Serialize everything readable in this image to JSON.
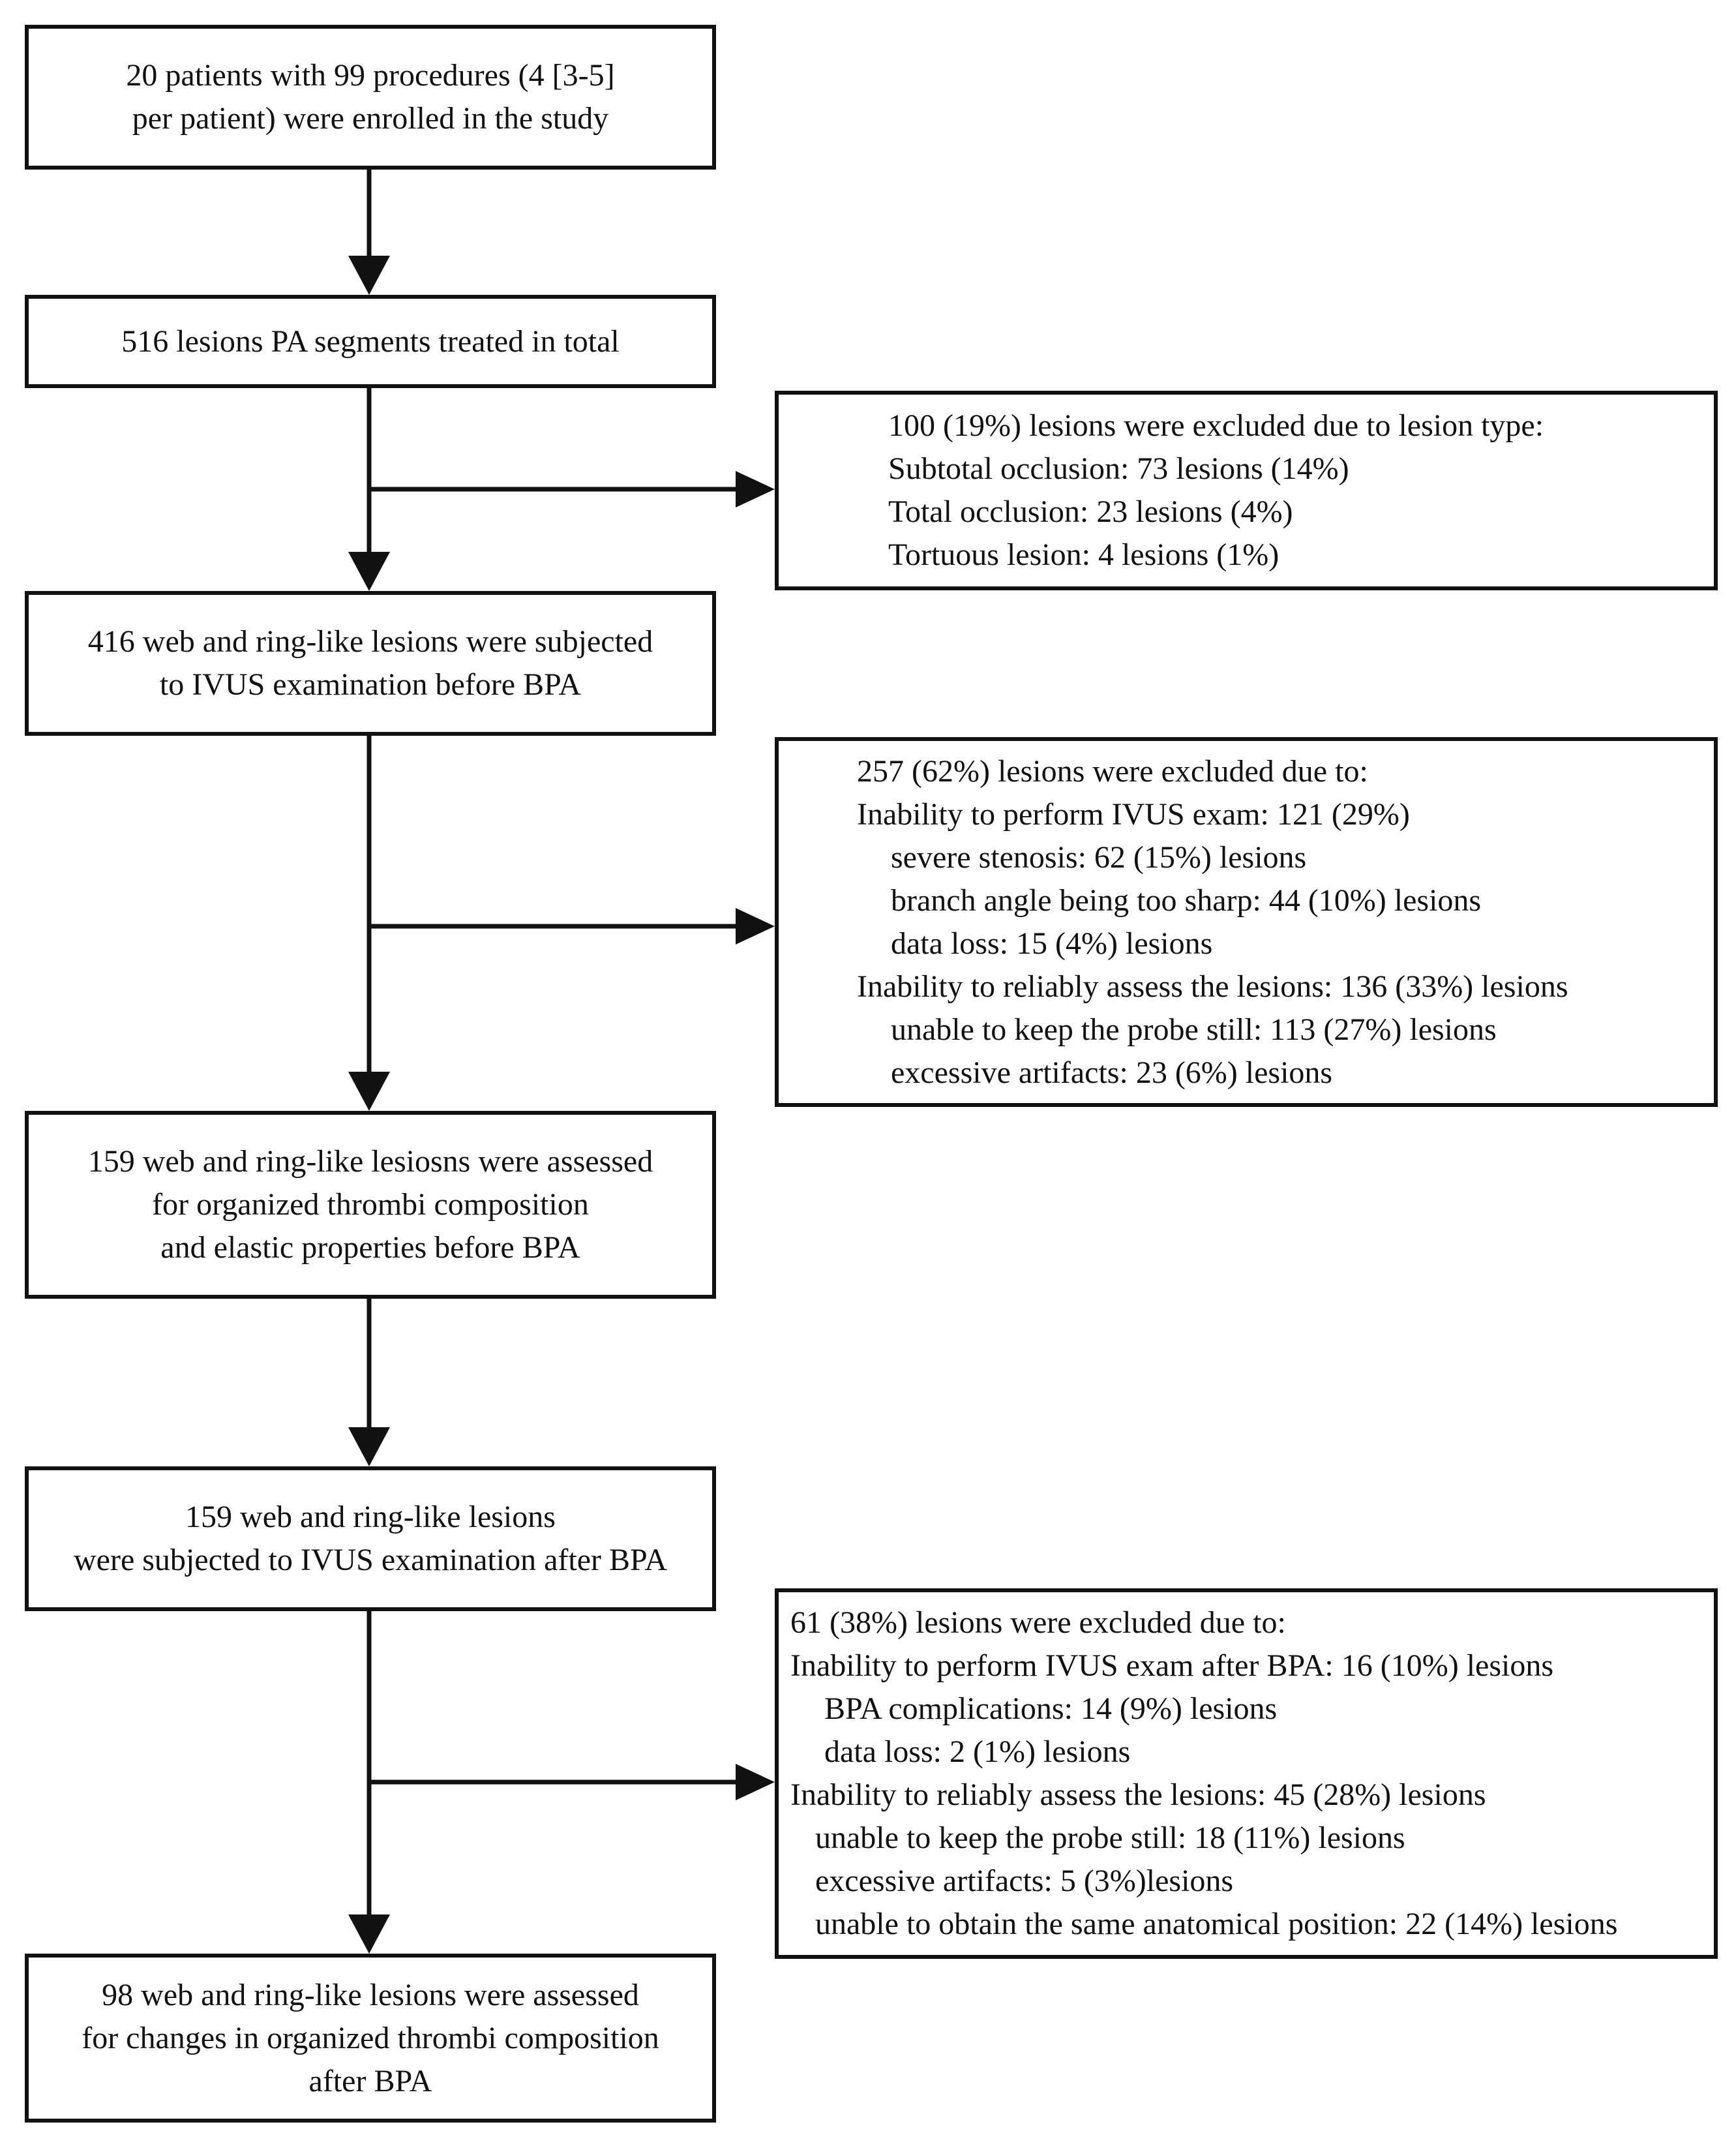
{
  "flow": {
    "step_1": {
      "lines": [
        "20 patients with 99 procedures (4 [3-5]",
        "per patient) were enrolled in the study"
      ]
    },
    "step_2": {
      "lines": [
        "516 lesions PA segments treated in total"
      ]
    },
    "exclusion_1": {
      "lines": [
        "100 (19%) lesions were excluded due to lesion type:",
        "Subtotal occlusion: 73 lesions (14%)",
        "Total occlusion: 23 lesions (4%)",
        "Tortuous lesion:  4 lesions (1%)"
      ]
    },
    "step_3": {
      "lines": [
        "416 web and ring-like lesions were subjected",
        "to IVUS examination before BPA"
      ]
    },
    "exclusion_2": {
      "lines": [
        "257 (62%) lesions were excluded due to:",
        "Inability to perform IVUS exam: 121 (29%)",
        "severe stenosis: 62 (15%) lesions",
        "branch angle being too sharp: 44 (10%) lesions",
        "data loss: 15 (4%) lesions",
        "Inability to reliably assess the lesions: 136 (33%) lesions",
        "unable to keep the probe still: 113 (27%) lesions",
        "excessive artifacts: 23 (6%) lesions"
      ]
    },
    "step_4": {
      "lines": [
        "159 web and ring-like lesiosns were assessed",
        "for organized thrombi composition",
        "and elastic properties before BPA"
      ]
    },
    "step_5": {
      "lines": [
        "159 web and ring-like lesions",
        "were subjected to IVUS examination after BPA"
      ]
    },
    "exclusion_3": {
      "lines": [
        "61 (38%) lesions were excluded due to:",
        "Inability to perform IVUS exam after BPA: 16 (10%) lesions",
        "BPA complications: 14 (9%) lesions",
        "data loss: 2 (1%) lesions",
        "Inability to reliably assess the lesions: 45 (28%) lesions",
        "unable to keep the probe still: 18 (11%) lesions",
        "excessive artifacts: 5 (3%)lesions",
        "unable to obtain the same anatomical position: 22 (14%) lesions"
      ]
    },
    "step_6": {
      "lines": [
        "98 web and ring-like lesions were assessed",
        "for changes in organized thrombi composition",
        "after BPA"
      ]
    }
  },
  "colors": {
    "stroke": "#111111",
    "background": "#ffffff"
  }
}
